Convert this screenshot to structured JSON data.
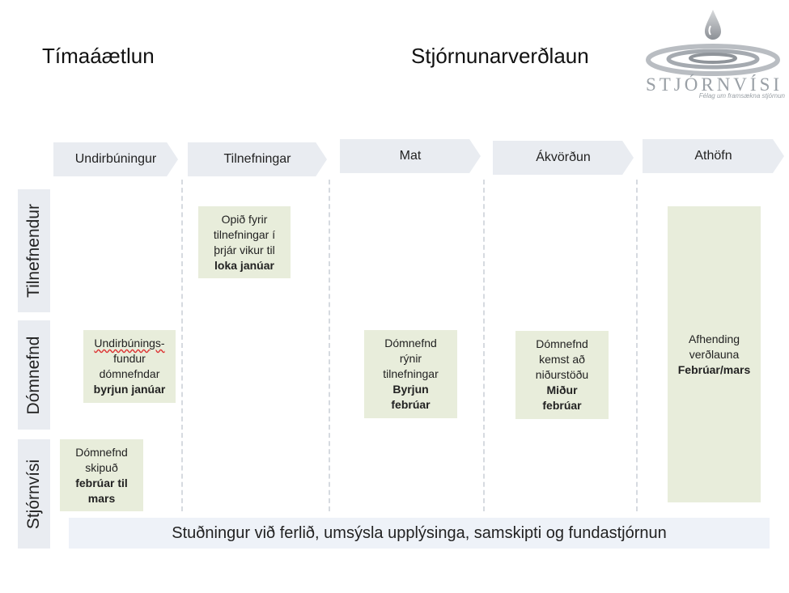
{
  "header": {
    "left_title": "Tímaáætlun",
    "right_title": "Stjórnunarverðlaun"
  },
  "logo": {
    "name": "STJÓRNVÍSI",
    "tagline": "Félag um framsækna stjórnun",
    "icon": "drop-ripple-icon"
  },
  "phases": [
    "Undirbúningur",
    "Tilnefningar",
    "Mat",
    "Ákvörðun",
    "Athöfn"
  ],
  "rows": [
    "Tilnefnendur",
    "Dómnefnd",
    "Stjórnvísi"
  ],
  "boxes": {
    "tilnefningar": {
      "line1": "Opið fyrir",
      "line2": "tilnefningar í",
      "line3": "þrjár vikur til",
      "bold": "loka janúar"
    },
    "undirbuningsfundur": {
      "line1": "Undirbúnings-",
      "line2": "fundur",
      "line3": "dómnefndar",
      "bold": "byrjun janúar"
    },
    "mat": {
      "line1": "Dómnefnd",
      "line2": "rýnir",
      "line3": "tilnefningar",
      "bold1": "Byrjun",
      "bold2": "febrúar"
    },
    "akvordun": {
      "line1": "Dómnefnd",
      "line2": "kemst að",
      "line3": "niðurstöðu",
      "bold1": "Miður",
      "bold2": "febrúar"
    },
    "athofn": {
      "line1": "Afhending",
      "line2": "verðlauna",
      "bold": "Febrúar/mars"
    },
    "skipan": {
      "line1": "Dómnefnd",
      "line2": "skipuð",
      "bold1": "febrúar til",
      "bold2": "mars"
    }
  },
  "support_bar": "Stuðningur við ferlið, umsýsla upplýsinga, samskipti og fundastjórnun",
  "colors": {
    "phase_bg": "#e9ecf1",
    "box_bg": "#e8eddb",
    "support_bg": "#eef2f8"
  }
}
